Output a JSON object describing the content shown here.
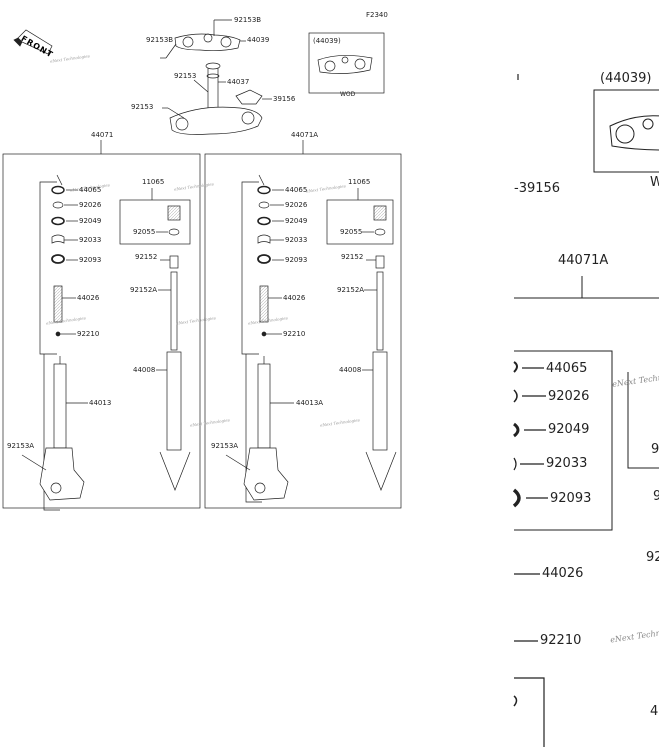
{
  "diagram_code": "F2340",
  "front_label": "FRONT",
  "watermark": "eNext Technologies",
  "labels": {
    "p92153B_top": "92153B",
    "p92153B_left": "92153B",
    "p44039": "44039",
    "p92153_mid": "92153",
    "p44037": "44037",
    "p39156": "39156",
    "p92153_left": "92153",
    "inset_44039": "(44039)",
    "inset_caption": "WOD",
    "p44071": "44071",
    "p44071A": "44071A",
    "p44065": "44065",
    "p92026": "92026",
    "p92049": "92049",
    "p92033": "92033",
    "p92093": "92093",
    "p44026": "44026",
    "p92210": "92210",
    "p44013": "44013",
    "p44013A": "44013A",
    "p92153A": "92153A",
    "p11065": "11065",
    "p92055": "92055",
    "p92152": "92152",
    "p92152A": "92152A",
    "p44008": "44008"
  },
  "zoom": {
    "inset_44039": "(44039)",
    "p39156": "-39156",
    "p44071A": "44071A",
    "p44065": "44065",
    "p92026": "92026",
    "p92049": "92049",
    "p92033": "92033",
    "p92093": "92093",
    "p44026": "44026",
    "p92210": "92210",
    "cut_w": "W",
    "cut_9a": "9",
    "cut_9b": "9",
    "cut_92": "92",
    "cut_4": "4",
    "watermark": "eNext Techno",
    "watermark2": "eNext Techn"
  }
}
